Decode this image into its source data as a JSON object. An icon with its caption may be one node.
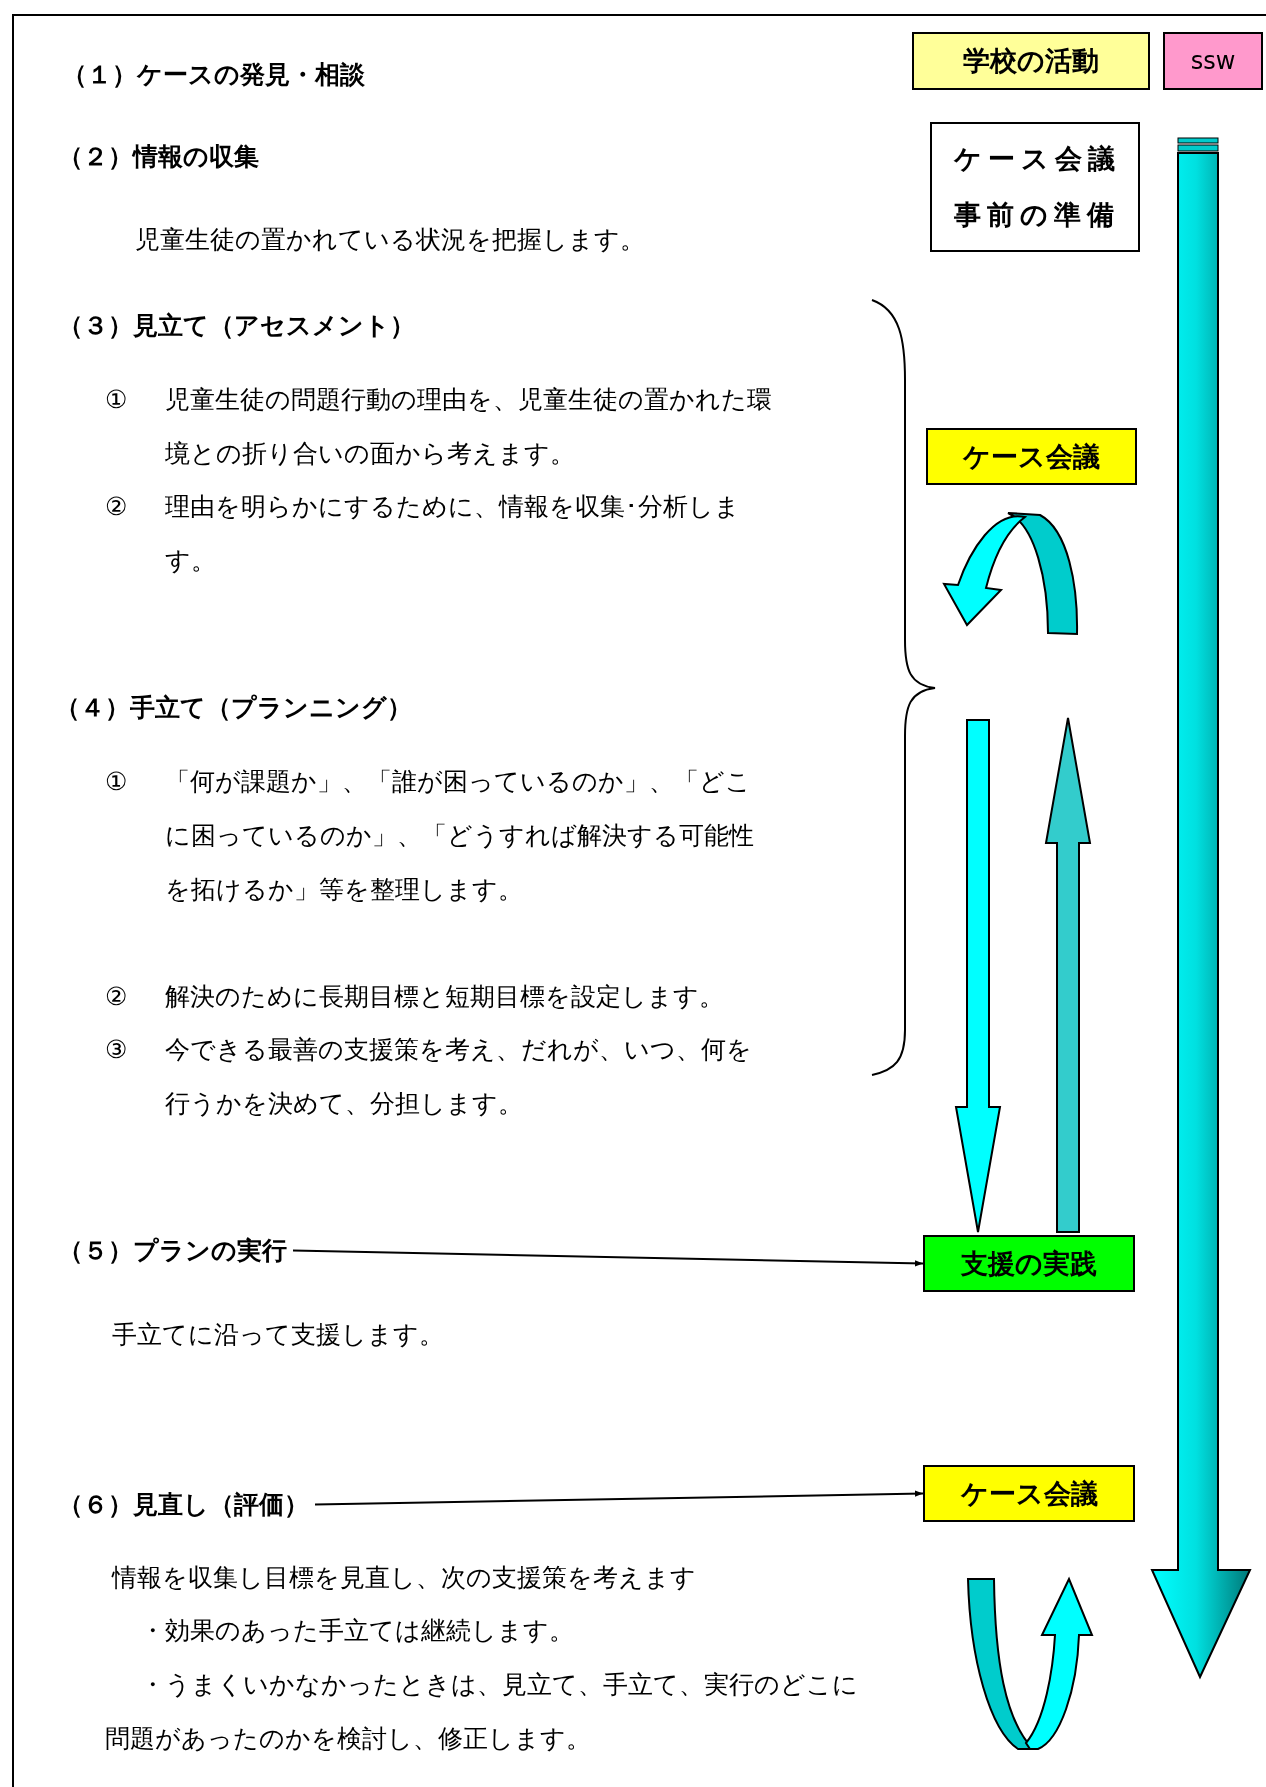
{
  "diagram": {
    "nodes": [
      {
        "text": [
          "学校の活動"
        ]
      },
      {
        "text": [
          "ssw"
        ]
      },
      {
        "text": [
          "ケース会議事前の準備"
        ]
      },
      {
        "text": [
          "ケース会議"
        ]
      },
      {
        "text": [
          "（５）プランの実行"
        ]
      },
      {
        "text": [
          "支援の実践"
        ]
      },
      {
        "text": [
          "（６）見直し（評価）"
        ]
      },
      {
        "text": [
          "ケース会議"
        ]
      }
    ],
    "edges": [
      {
        "from": 4,
        "to": 5,
        "arrow": "to"
      },
      {
        "from": 6,
        "to": 7,
        "arrow": "to"
      },
      {
        "from": null,
        "to": 5,
        "arrow": "to",
        "style": "thick",
        "color": "#00ffff"
      },
      {
        "from": 5,
        "to": null,
        "arrow": "to",
        "style": "thick",
        "color": "#33cccc"
      }
    ],
    "labels": [
      "（１）ケースの発見・相談",
      "（２）情報の収集",
      "児童生徒の置かれている状況を把握します。",
      "（３）見立て（アセスメント）",
      "①",
      "児童生徒の問題行動の理由を、児童生徒の置かれた環境との折り合いの面から考えます。",
      "②",
      "理由を明らかにするために、情報を収集･分析します。",
      "（４）手立て（プランニング）",
      "①",
      "「何が課題か」、「誰が困っているのか」、「どこに困っているのか」、「どうすれば解決する可能性を拓けるか」等を整理します。",
      "②",
      "解決のために長期目標と短期目標を設定します。",
      "③",
      "今できる最善の支援策を考え、だれが、いつ、何を行うかを決めて、分担します。",
      "手立てに沿って支援します。",
      "情報を収集し目標を見直し、次の支援策を考えます",
      "・効果のあった手立ては継続します。",
      "・うまくいかなかったときは、見立て、手立て、実行のどこに問題があったのかを検討し、修正します。"
    ]
  }
}
